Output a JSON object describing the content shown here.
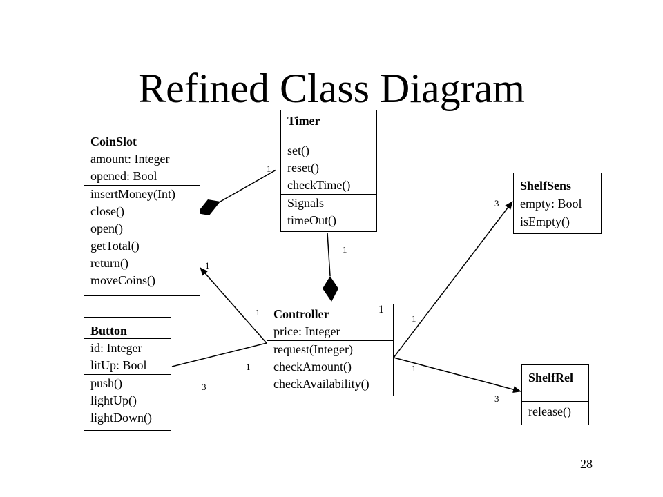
{
  "slide": {
    "title": "Refined Class Diagram",
    "number": "28"
  },
  "classes": {
    "coinslot": {
      "name": "CoinSlot",
      "attributes": [
        "amount: Integer",
        "opened: Bool"
      ],
      "operations": [
        "insertMoney(Int)",
        "close()",
        "open()",
        "getTotal()",
        "return()",
        "moveCoins()"
      ]
    },
    "timer": {
      "name": "Timer",
      "attributes": [],
      "operations": [
        "set()",
        "reset()",
        "checkTime()"
      ],
      "signals": [
        "Signals",
        "timeOut()"
      ]
    },
    "controller": {
      "name": "Controller",
      "attributes": [
        "price: Integer"
      ],
      "operations": [
        "request(Integer)",
        "checkAmount()",
        "checkAvailability()"
      ]
    },
    "button": {
      "name": "Button",
      "attributes": [
        "id: Integer",
        "litUp: Bool"
      ],
      "operations": [
        "push()",
        "lightUp()",
        "lightDown()"
      ]
    },
    "shelfsens": {
      "name": "ShelfSens",
      "attributes": [
        "empty: Bool"
      ],
      "operations": [
        "isEmpty()"
      ]
    },
    "shelfrel": {
      "name": "ShelfRel",
      "attributes": [],
      "operations": [
        "release()"
      ]
    }
  },
  "multiplicities": {
    "timer_coinslot": "1",
    "timer_controller": "1",
    "coinslot_controller_near_coinslot": "1",
    "coinslot_controller_near_controller": "1",
    "controller_top": "1",
    "button_controller_near_controller": "1",
    "button_controller_near_button": "3",
    "shelfsens_near_shelfsens": "3",
    "shelfsens_near_controller": "1",
    "shelfrel_near_controller": "1",
    "shelfrel_near_shelfrel": "3"
  }
}
